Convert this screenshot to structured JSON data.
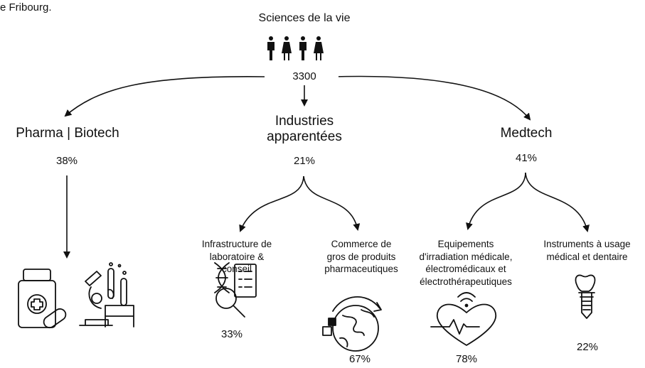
{
  "header_fragment": "e Fribourg.",
  "root": {
    "label": "Sciences de la vie",
    "total": "3300",
    "icon": "people-icon"
  },
  "branches": [
    {
      "id": "pharma",
      "label": "Pharma | Biotech",
      "share": "38%",
      "icons": [
        "medicine-bottle-icon",
        "microscope-lab-icon"
      ]
    },
    {
      "id": "industries",
      "label_line1": "Industries",
      "label_line2": "apparentées",
      "share": "21%",
      "subs": [
        {
          "label_lines": [
            "Infrastructure de",
            "laboratoire &",
            "conseil"
          ],
          "share": "33%",
          "icon": "dna-research-icon"
        },
        {
          "label_lines": [
            "Commerce de",
            "gros de produits",
            "pharmaceutiques"
          ],
          "share": "67%",
          "icon": "globe-shipping-icon"
        }
      ]
    },
    {
      "id": "medtech",
      "label": "Medtech",
      "share": "41%",
      "subs": [
        {
          "label_lines": [
            "Equipements",
            "d'irradiation médicale,",
            "électromédicaux et",
            "électrothérapeutiques"
          ],
          "share": "78%",
          "icon": "heart-monitor-icon"
        },
        {
          "label_lines": [
            "Instruments à usage",
            "médical et dentaire"
          ],
          "share": "22%",
          "icon": "dental-implant-icon"
        }
      ]
    }
  ]
}
